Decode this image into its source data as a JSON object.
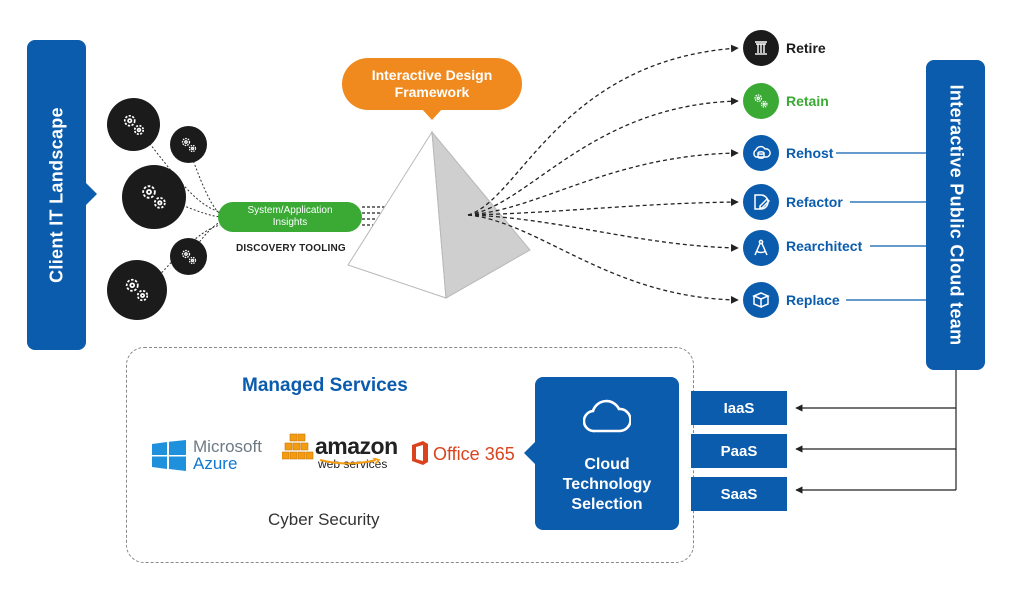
{
  "client_bar": {
    "label": "Client IT Landscape"
  },
  "cloud_team_bar": {
    "label": "Interactive Public Cloud team"
  },
  "insights": {
    "line1": "System/Application",
    "line2": "Insights"
  },
  "discovery": {
    "label": "DISCOVERY TOOLING"
  },
  "framework": {
    "line1": "Interactive Design",
    "line2": "Framework"
  },
  "strategies": [
    {
      "label": "Retire",
      "icon": "pillar-icon",
      "color": "#1b1b1b"
    },
    {
      "label": "Retain",
      "icon": "gears-icon",
      "color": "#3aaa35"
    },
    {
      "label": "Rehost",
      "icon": "cloud-database-icon",
      "color": "#0b5cad"
    },
    {
      "label": "Refactor",
      "icon": "document-edit-icon",
      "color": "#0b5cad"
    },
    {
      "label": "Rearchitect",
      "icon": "compass-icon",
      "color": "#0b5cad"
    },
    {
      "label": "Replace",
      "icon": "box-icon",
      "color": "#0b5cad"
    }
  ],
  "managed_services": {
    "title": "Managed Services",
    "cyber_security": "Cyber Security",
    "logos": {
      "microsoft_line1": "Microsoft",
      "microsoft_line2": "Azure",
      "amazon_word": "amazon",
      "amazon_sub": "web services",
      "office": "Office 365"
    }
  },
  "cloud_selection": {
    "line1": "Cloud",
    "line2": "Technology",
    "line3": "Selection"
  },
  "service_models": [
    "IaaS",
    "PaaS",
    "SaaS"
  ],
  "colors": {
    "blue": "#0b5cad",
    "green": "#3aaa35",
    "orange": "#f08a1f",
    "dark": "#1b1b1b"
  }
}
